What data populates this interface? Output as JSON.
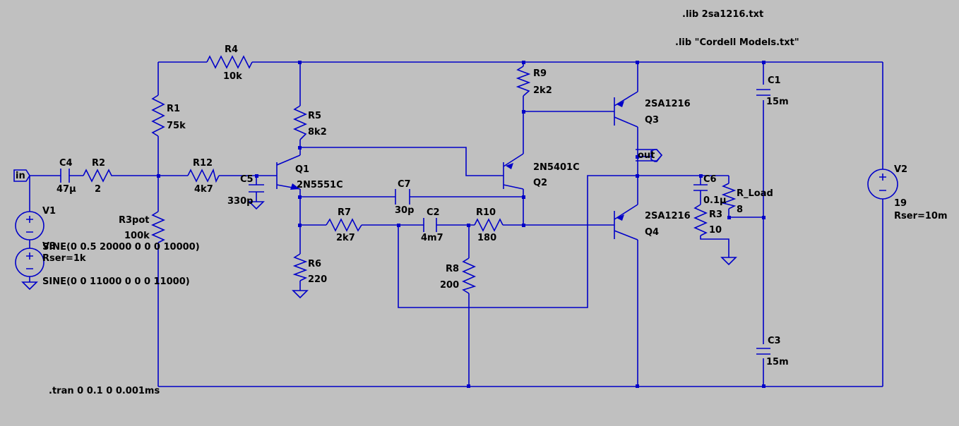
{
  "directives": {
    "lib1": ".lib 2sa1216.txt",
    "lib2": ".lib \"Cordell Models.txt\"",
    "tran": ".tran 0 0.1 0 0.001ms"
  },
  "ports": {
    "in": "in",
    "out": "out"
  },
  "components": {
    "R1": {
      "name": "R1",
      "value": "75k"
    },
    "R2": {
      "name": "R2",
      "value": "2"
    },
    "R3pot": {
      "name": "R3pot",
      "value": "100k"
    },
    "R3": {
      "name": "R3",
      "value": "10"
    },
    "R4": {
      "name": "R4",
      "value": "10k"
    },
    "R5": {
      "name": "R5",
      "value": "8k2"
    },
    "R6": {
      "name": "R6",
      "value": "220"
    },
    "R7": {
      "name": "R7",
      "value": "2k7"
    },
    "R8": {
      "name": "R8",
      "value": "200"
    },
    "R9": {
      "name": "R9",
      "value": "2k2"
    },
    "R10": {
      "name": "R10",
      "value": "180"
    },
    "R12": {
      "name": "R12",
      "value": "4k7"
    },
    "R_Load": {
      "name": "R_Load",
      "value": "8"
    },
    "C1": {
      "name": "C1",
      "value": "15m"
    },
    "C2": {
      "name": "C2",
      "value": "4m7"
    },
    "C3": {
      "name": "C3",
      "value": "15m"
    },
    "C4": {
      "name": "C4",
      "value": "47µ"
    },
    "C5": {
      "name": "C5",
      "value": "330p"
    },
    "C6": {
      "name": "C6",
      "value": "0.1µ"
    },
    "C7": {
      "name": "C7",
      "value": "30p"
    },
    "Q1": {
      "name": "Q1",
      "model": "2N5551C"
    },
    "Q2": {
      "name": "Q2",
      "model": "2N5401C"
    },
    "Q3": {
      "name": "Q3",
      "model": "2SA1216"
    },
    "Q4": {
      "name": "Q4",
      "model": "2SA1216"
    },
    "V1": {
      "name": "V1",
      "value": "SINE(0 0.5 20000 0 0 0 10000)",
      "extra": "Rser=1k"
    },
    "V3": {
      "name": "V3",
      "value": "SINE(0 0 11000 0 0 0 11000)"
    },
    "V2": {
      "name": "V2",
      "value": "19",
      "extra": "Rser=10m"
    }
  }
}
